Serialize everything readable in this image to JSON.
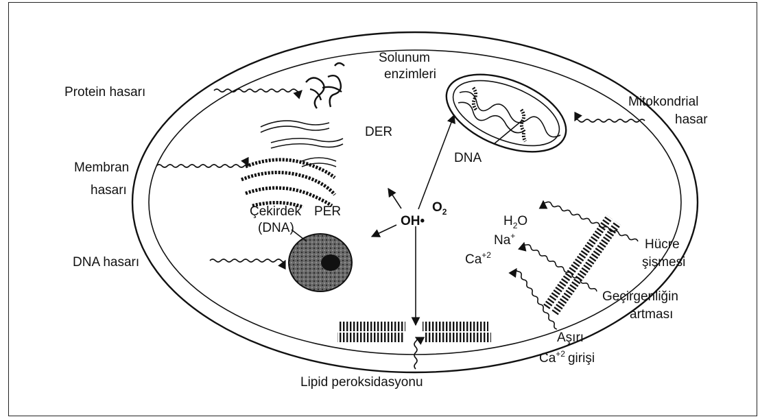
{
  "labels": {
    "solunum_line1": "Solunum",
    "solunum_line2": "enzimleri",
    "protein_hasari": "Protein hasarı",
    "mitokondrial_line1": "Mitokondrial",
    "mitokondrial_line2": "hasar",
    "der": "DER",
    "dna_mito": "DNA",
    "membran_line1": "Membran",
    "membran_line2": "hasarı",
    "cekirdek": "Çekirdek",
    "per": "PER",
    "dna_paren": "(DNA)",
    "oh": "OH",
    "o2": "O",
    "o2_sub": "2",
    "dna_hasari": "DNA hasarı",
    "h2o_h": "H",
    "h2o_sub": "2",
    "h2o_o": "O",
    "na": "Na",
    "na_sup": "+",
    "ca": "Ca",
    "ca_sup": "+2",
    "hucre": "Hücre",
    "sismesi": "şişmesi",
    "gecirgenligin": "Geçirgenliğin",
    "artmasi": "artması",
    "asiri": "Aşırı",
    "ca_giris": "Ca",
    "ca_giris_sup": "+2",
    "girisi": "girişi",
    "lipid": "Lipid peroksidasyonu"
  },
  "colors": {
    "ink": "#111111",
    "nucleus": "#555555",
    "nucleolus": "#111111",
    "frame": "#222222"
  }
}
